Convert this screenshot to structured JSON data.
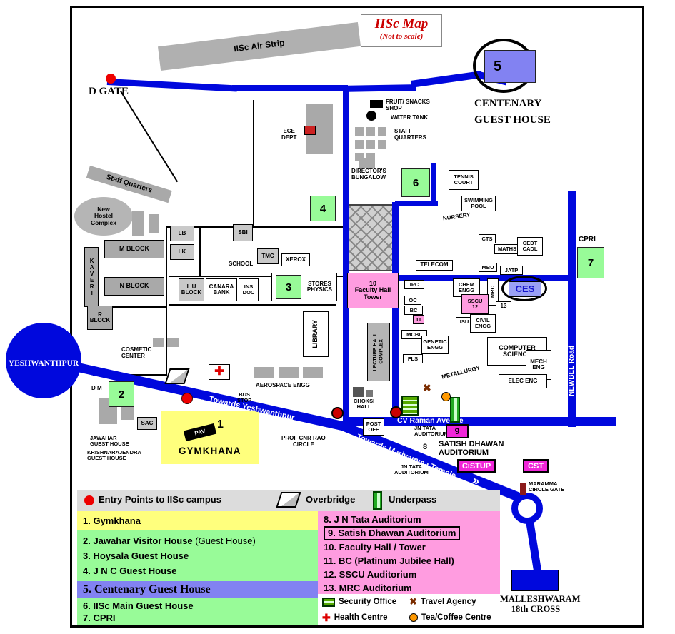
{
  "title": {
    "name": "IISc Map",
    "note": "(Not to scale)"
  },
  "t": {
    "air_strip": "IISc Air Strip",
    "d_gate": "D GATE",
    "centenary": "CENTENARY\nGUEST HOUSE",
    "n1": "1",
    "n2": "2",
    "n3": "3",
    "n4": "4",
    "n5": "5",
    "n6": "6",
    "n7": "7",
    "n8": "8",
    "n9": "9",
    "n13": "13",
    "fruit": "FRUIT/ SNACKS\nSHOP",
    "water_tank": "WATER TANK",
    "staff_q_r": "STAFF\nQUARTERS",
    "ece": "ECE\nDEPT",
    "directors": "DIRECTOR'S\nBUNGALOW",
    "tennis": "TENNIS\nCOURT",
    "swimming": "SWIMMING\nPOOL",
    "nursery": "NURSERY",
    "staff_q_l": "Staff Quarters",
    "new_hostel": "New\nHostel\nComplex",
    "cpri": "CPRI",
    "lb": "LB",
    "lk": "LK",
    "m_block": "M BLOCK",
    "n_block": "N BLOCK",
    "sbi": "SBI",
    "tmc": "TMC",
    "xerox": "XEROX",
    "school": "SCHOOL",
    "kaveri": "KAVERI",
    "lu_block": "L U\nBLOCK",
    "canara": "CANARA\nBANK",
    "insdoc": "INS\nDOC",
    "stores": "STORES\nPHYSICS",
    "faculty": "10\nFaculty Hall\nTower",
    "telecom": "TELECOM",
    "cts": "CTS",
    "maths": "MATHS",
    "cedt": "CEDT\nCADL",
    "mbu": "MBU",
    "jatp": "JATP",
    "ipc": "IPC",
    "chem": "CHEM\nENGG",
    "mrc": "MRC",
    "ces": "CES",
    "oc": "OC",
    "sscu": "SSCU\n12",
    "bc": "BC",
    "b11": "11",
    "isu": "ISU",
    "civil": "CIVIL\nENGG",
    "mcbl": "MCBL",
    "genetic": "GENETIC\nENGG",
    "fls": "FLS",
    "comp_sci": "COMPUTER\nSCIENCE",
    "mech": "MECH\nENG",
    "metallurgy": "METALLURGY",
    "elec": "ELEC ENG",
    "newbel": "NEWBEL Road",
    "library": "LIBRARY",
    "lecture": "LECTURE HALL\nCOMPLEX",
    "r_block": "R\nBLOCK",
    "cosmetic": "COSMETIC\nCENTER",
    "aerospace": "AEROSPACE ENGG",
    "bus_stop": "BUS\nSTOP",
    "choksi": "CHOKSI\nHALL",
    "yeshwanthpur": "YESHWANTHPUR",
    "dm": "D M",
    "sac": "SAC",
    "pav": "PAV",
    "gymkhana": "GYMKHANA",
    "jawahar": "JAWAHAR\nGUEST HOUSE",
    "krishna": "KRISHNARAJENDRA\nGUEST HOUSE",
    "towards_yesh": "Towards Yeshwanthpur",
    "prof_cnr": "PROF CNR RAO\nCIRCLE",
    "post_off": "POST\nOFF",
    "cv_raman": "CV Raman Avenue",
    "jn_tata": "JN TATA\nAUDITORIUM",
    "satish": "SATISH DHAWAN\nAUDITORIUM",
    "towards_mari": "Towards Mariyamma Temple",
    "jn_tata2": "JN TATA\nAUDITORIUM",
    "cistup": "CiSTUP",
    "cst": "CST",
    "maramma": "MARAMMA\nCIRCLE GATE",
    "malleshwaram": "MALLESHWARAM\n18th CROSS",
    "arrow_left": "«",
    "arrow_right": "»"
  },
  "legend": {
    "entry": "Entry Points to IISc campus",
    "overbridge": "Overbridge",
    "underpass": "Underpass",
    "i1": "1. Gymkhana",
    "i2": "2. Jawahar Visitor House",
    "i2b": "(Guest House)",
    "i3": "3. Hoysala Guest House",
    "i4": "4. J N C Guest House",
    "i5": "5. Centenary Guest House",
    "i6": "6. IISc Main Guest House",
    "i7": "7. CPRI",
    "i8": "8. J N Tata Auditorium",
    "i9": "9. Satish Dhawan Auditorium",
    "i10": "10. Faculty Hall / Tower",
    "i11": "11. BC (Platinum Jubilee Hall)",
    "i12": "12. SSCU Auditorium",
    "i13": "13. MRC Auditorium",
    "security": "Security Office",
    "travel": "Travel Agency",
    "health": "Health Centre",
    "tea": "Tea/Coffee Centre",
    "health_plus": "✚",
    "travel_x": "✖"
  },
  "colors": {
    "road": "#0008dd",
    "green": "#98fb98",
    "yellow": "#ffff7d",
    "pink": "#ff9ce0",
    "magenta": "#f026d8",
    "blue_box": "#8282f2",
    "red": "#ee0000",
    "orange": "#ff9900"
  }
}
